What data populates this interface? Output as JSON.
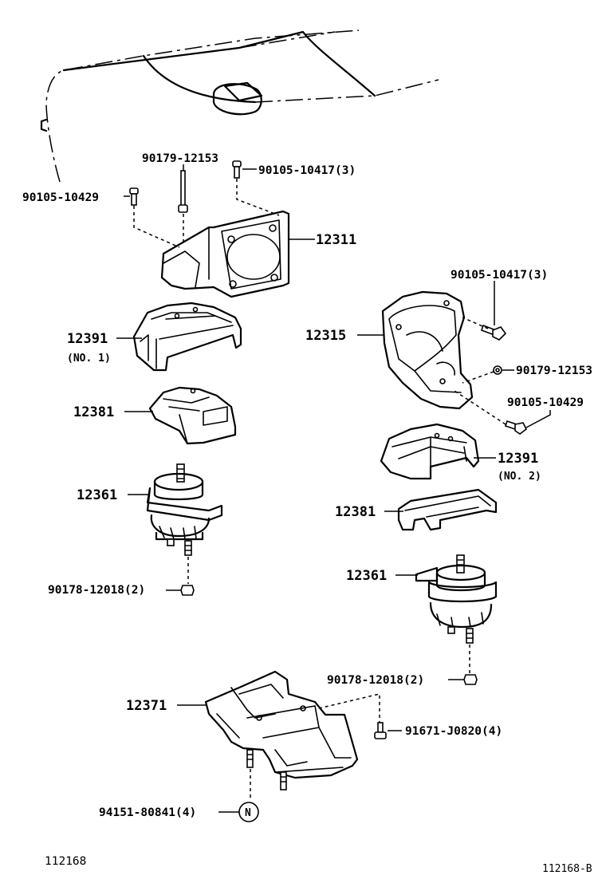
{
  "labels": {
    "p90179_12153_top": "90179-12153",
    "p90105_10417_3_top": "90105-10417(3)",
    "p90105_10429_left": "90105-10429",
    "p12311": "12311",
    "p12391_left": "12391",
    "p12391_left_sub": "(NO. 1)",
    "p12381_left": "12381",
    "p12361_left": "12361",
    "p90178_12018_2_left": "90178-12018(2)",
    "p90105_10417_3_right": "90105-10417(3)",
    "p12315": "12315",
    "p90179_12153_right": "90179-12153",
    "p90105_10429_right": "90105-10429",
    "p12391_right": "12391",
    "p12391_right_sub": "(NO. 2)",
    "p12381_right": "12381",
    "p12361_right": "12361",
    "p90178_12018_2_right": "90178-12018(2)",
    "p12371": "12371",
    "p91671_J0820_4": "91671-J0820(4)",
    "p94151_80841_4": "94151-80841(4)",
    "nut_symbol": "N",
    "illustration_code": "112168",
    "corner_code": "112168-B"
  },
  "icons": {
    "engine": "engine-block-outline",
    "bracket_left": "engine-mounting-bracket-front",
    "bracket_right": "engine-mounting-bracket-rear",
    "insulator": "engine-mount-insulator",
    "member": "engine-mounting-member",
    "bolt": "bolt-icon",
    "nut": "nut-icon"
  }
}
